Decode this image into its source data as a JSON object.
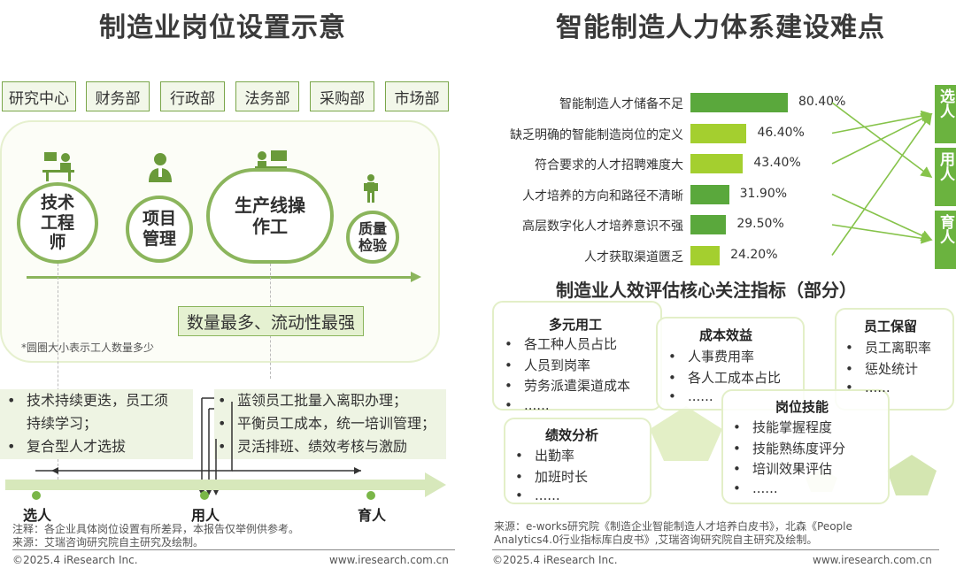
{
  "left": {
    "title": "制造业岗位设置示意",
    "departments": [
      "研究中心",
      "财务部",
      "行政部",
      "法务部",
      "采购部",
      "市场部"
    ],
    "roles": [
      {
        "line1": "技术",
        "line2": "工程",
        "line3": "师",
        "icon": "engineer-desk-icon"
      },
      {
        "line1": "项目",
        "line2": "管理",
        "line3": "",
        "icon": "manager-person-icon"
      },
      {
        "line1": "生产线操",
        "line2": "作工",
        "line3": "",
        "icon": "workstation-operator-icon"
      },
      {
        "line1": "质量",
        "line2": "检验",
        "line3": "",
        "icon": "inspector-figure-icon"
      }
    ],
    "highlight": "数量最多、流动性最强",
    "circle_note": "*圆圈大小表示工人数量多少",
    "box_left": [
      "技术持续更迭，员工须",
      "持续学习；",
      "复合型人才选拔"
    ],
    "box_right": [
      "蓝领员工批量入离职办理；",
      "平衡员工成本，统一培训管理；",
      "灵活排班、绩效考核与激励"
    ],
    "steps": [
      "选人",
      "用人",
      "育人"
    ],
    "note1": "注释：各企业具体岗位设置有所差异，本报告仅举例供参考。",
    "note2": "来源：艾瑞咨询研究院自主研究及绘制。",
    "copyright": "©2025.4 iResearch Inc.",
    "site": "www.iresearch.com.cn"
  },
  "right": {
    "title": "智能制造人力体系建设难点",
    "tags": [
      "选人",
      "用人",
      "育人"
    ],
    "colors": {
      "light": "#a4cf2f",
      "dark": "#5aa83c",
      "arrow": "#86c34a",
      "tag": "#6bb33f"
    },
    "sub_title": "制造业人效评估核心关注指标（部分）",
    "cards": [
      {
        "title": "多元用工",
        "items": [
          "各工种人员占比",
          "人员到岗率",
          "劳务派遣渠道成本",
          "......"
        ]
      },
      {
        "title": "成本效益",
        "items": [
          "人事费用率",
          "各人工成本占比",
          "......"
        ]
      },
      {
        "title": "员工保留",
        "items": [
          "员工离职率",
          "惩处统计",
          "......"
        ]
      },
      {
        "title": "岗位技能",
        "items": [
          "技能掌握程度",
          "技能熟练度评分",
          "培训效果评估",
          "......"
        ]
      },
      {
        "title": "绩效分析",
        "items": [
          "出勤率",
          "加班时长",
          "......"
        ]
      }
    ],
    "bullet": "•",
    "source1": "来源：e-works研究院《制造企业智能制造人才培养白皮书》，北森《People",
    "source2": "Analytics4.0行业指标库白皮书》,艾瑞咨询研究院自主研究及绘制。",
    "copyright": "©2025.4 iResearch Inc.",
    "site": "www.iresearch.com.cn"
  },
  "chart_data": {
    "type": "bar",
    "orientation": "horizontal",
    "categories": [
      "智能制造人才储备不足",
      "缺乏明确的智能制造岗位的定义",
      "符合要求的人才招聘难度大",
      "人才培养的方向和路径不清晰",
      "高层数字化人才培养意识不强",
      "人才获取渠道匮乏"
    ],
    "values": [
      80.4,
      46.4,
      43.4,
      31.9,
      29.5,
      24.2
    ],
    "labels": [
      "80.40%",
      "46.40%",
      "43.40%",
      "31.90%",
      "29.50%",
      "24.20%"
    ],
    "bar_colors": [
      "#5aa83c",
      "#a4cf2f",
      "#a4cf2f",
      "#5aa83c",
      "#5aa83c",
      "#a4cf2f"
    ],
    "arrow_targets": [
      "用人",
      "选人",
      "选人",
      "育人",
      "育人",
      "选人"
    ],
    "xlim": [
      0,
      100
    ]
  }
}
